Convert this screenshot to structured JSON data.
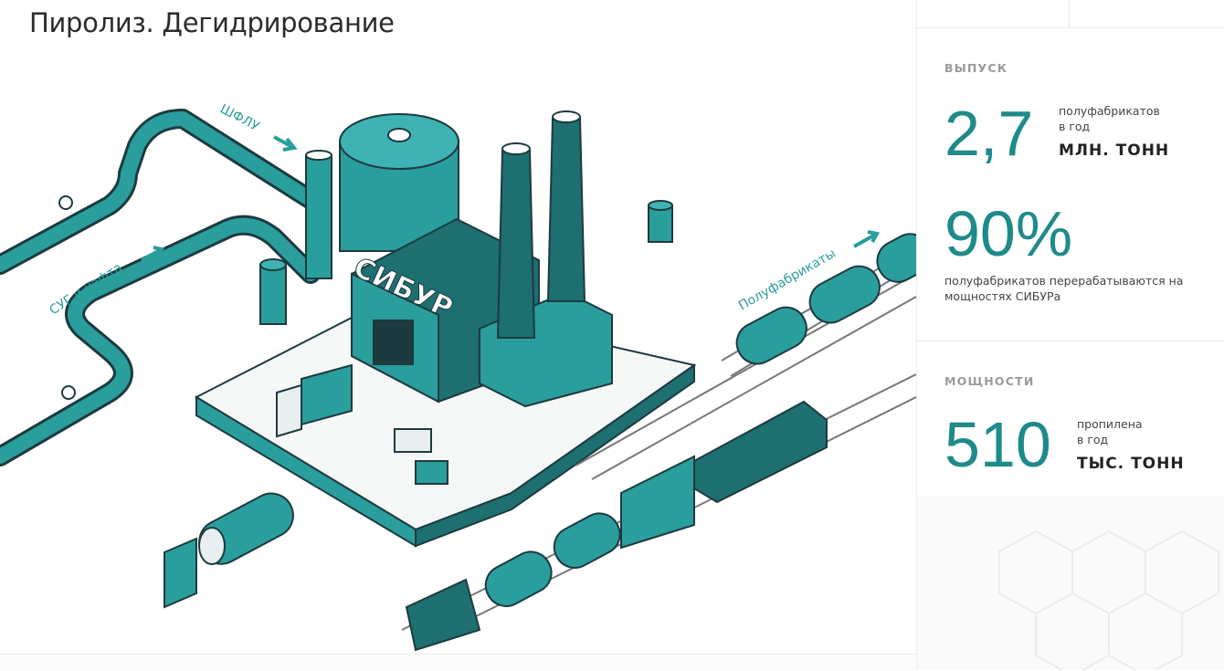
{
  "page_title": "Пиролиз. Дегидрирование",
  "illustration": {
    "labels": {
      "shflu": "ШФЛУ",
      "sug": "СУГ и нафта",
      "semi": "Полуфабрикаты",
      "brand": "СИБУР"
    },
    "colors": {
      "teal": "#2a9d9d",
      "dark": "#1d3a3f"
    }
  },
  "output": {
    "heading": "ВЫПУСК",
    "value": "2,7",
    "desc_line1": "полуфабрикатов",
    "desc_line2": "в год",
    "unit": "МЛН. ТОНН",
    "percent": "90%",
    "percent_desc_line1": "полуфабрикатов перерабатываются на",
    "percent_desc_line2": "мощностях СИБУРа"
  },
  "capacity": {
    "heading": "МОЩНОСТИ",
    "value": "510",
    "desc_line1": "пропилена",
    "desc_line2": "в год",
    "unit": "ТЫС. ТОНН"
  }
}
